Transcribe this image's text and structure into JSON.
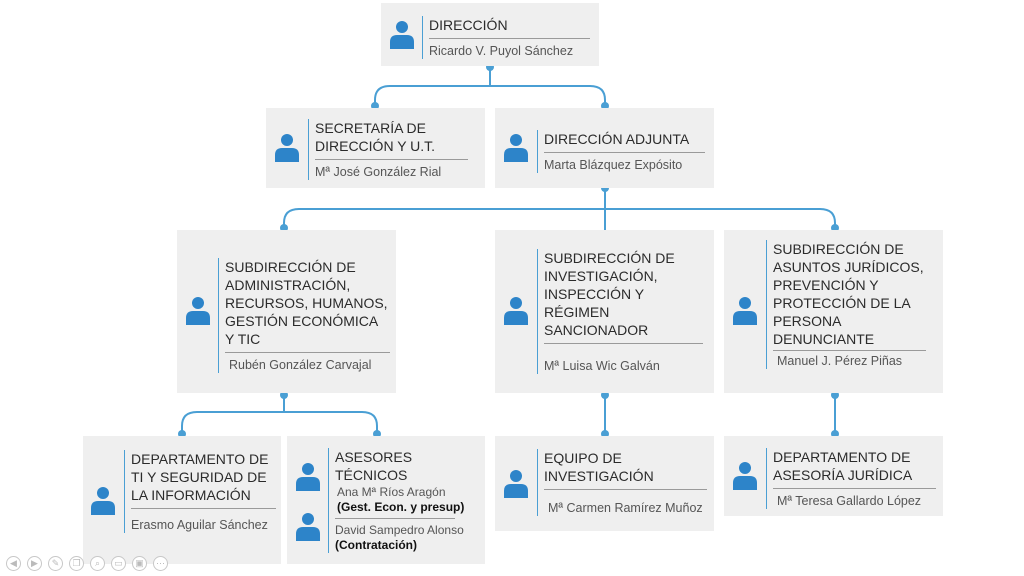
{
  "colors": {
    "accent": "#4a9fd4",
    "box_bg": "#efefef",
    "text": "#2b2b2b"
  },
  "nodes": {
    "direccion": {
      "title": "DIRECCIÓN",
      "person": "Ricardo V. Puyol Sánchez"
    },
    "secretaria": {
      "title": "SECRETARÍA DE DIRECCIÓN Y U.T.",
      "person": "Mª José González Rial"
    },
    "adjunta": {
      "title": "DIRECCIÓN ADJUNTA",
      "person": "Marta Blázquez Expósito"
    },
    "sub_admin": {
      "title": "SUBDIRECCIÓN DE ADMINISTRACIÓN, RECURSOS, HUMANOS, GESTIÓN ECONÓMICA Y TIC",
      "person": "Rubén González Carvajal"
    },
    "sub_invest": {
      "title": "SUBDIRECCIÓN DE INVESTIGACIÓN, INSPECCIÓN Y RÉGIMEN SANCIONADOR",
      "person": "Mª Luisa Wic Galván"
    },
    "sub_juridicos": {
      "title": "SUBDIRECCIÓN DE ASUNTOS JURÍDICOS, PREVENCIÓN Y PROTECCIÓN DE LA PERSONA DENUNCIANTE",
      "person": "Manuel J. Pérez Piñas"
    },
    "depto_ti": {
      "title": "DEPARTAMENTO DE TI Y SEGURIDAD DE LA INFORMACIÓN",
      "person": "Erasmo Aguilar Sánchez"
    },
    "asesores": {
      "title": "ASESORES TÉCNICOS",
      "person1": "Ana Mª Ríos Aragón",
      "role1": "(Gest. Econ. y presup)",
      "person2": "David Sampedro Alonso",
      "role2": "(Contratación)"
    },
    "equipo": {
      "title": "EQUIPO DE INVESTIGACIÓN",
      "person": "Mª Carmen Ramírez Muñoz"
    },
    "depto_asesoria": {
      "title": "DEPARTAMENTO DE ASESORÍA JURÍDICA",
      "person": "Mª Teresa Gallardo López"
    }
  },
  "toolbar": {
    "icons": [
      "prev-icon",
      "next-icon",
      "pen-icon",
      "copy-icon",
      "zoom-icon",
      "subtitle-icon",
      "screen-icon",
      "more-icon"
    ],
    "glyphs": [
      "◀",
      "▶",
      "✎",
      "❐",
      "⌕",
      "▭",
      "▣",
      "⋯"
    ]
  }
}
